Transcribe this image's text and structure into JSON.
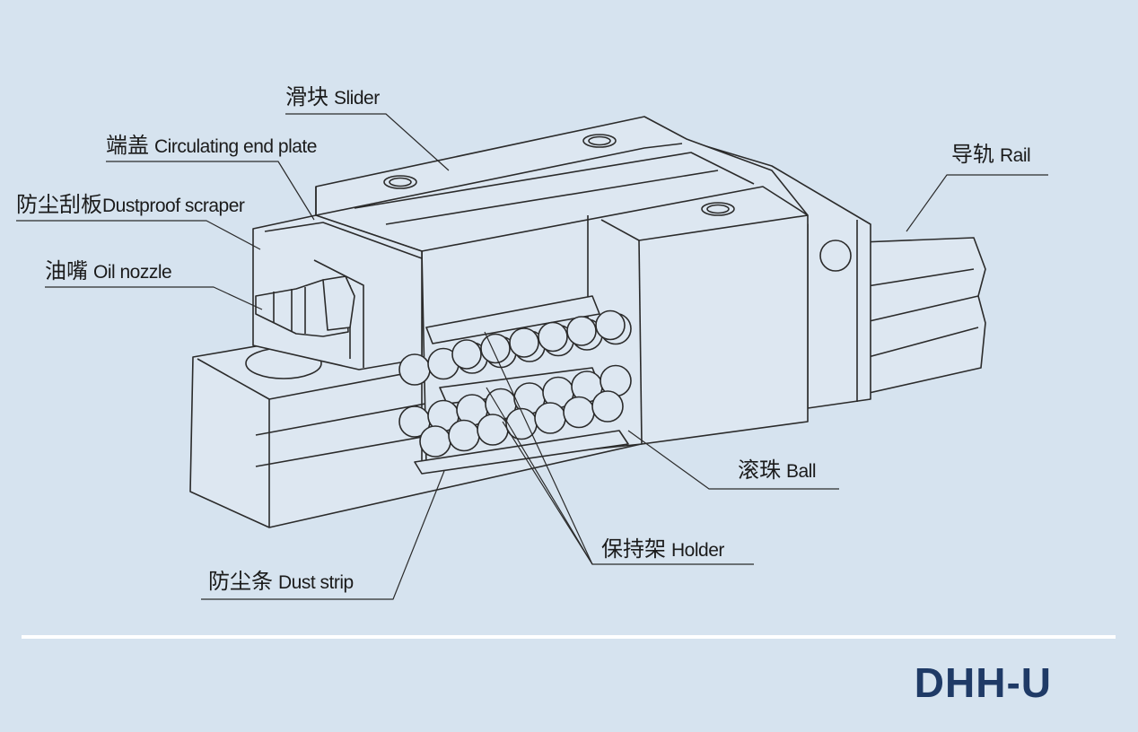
{
  "labels": {
    "slider": {
      "zh": "滑块",
      "en": "Slider"
    },
    "end_plate": {
      "zh": "端盖",
      "en": "Circulating end plate"
    },
    "scraper": {
      "zh": "防尘刮板",
      "en": "Dustproof scraper"
    },
    "oil": {
      "zh": "油嘴",
      "en": "Oil nozzle"
    },
    "rail": {
      "zh": "导轨",
      "en": "Rail"
    },
    "ball": {
      "zh": "滚珠",
      "en": "Ball"
    },
    "holder": {
      "zh": "保持架",
      "en": "Holder"
    },
    "strip": {
      "zh": "防尘条",
      "en": "Dust strip"
    }
  },
  "model": "DHH-U",
  "colors": {
    "background": "#d6e3ef",
    "part_fill": "#dde7f1",
    "outline": "#2b2b2b",
    "model_text": "#1f3a66",
    "divider": "#ffffff"
  }
}
